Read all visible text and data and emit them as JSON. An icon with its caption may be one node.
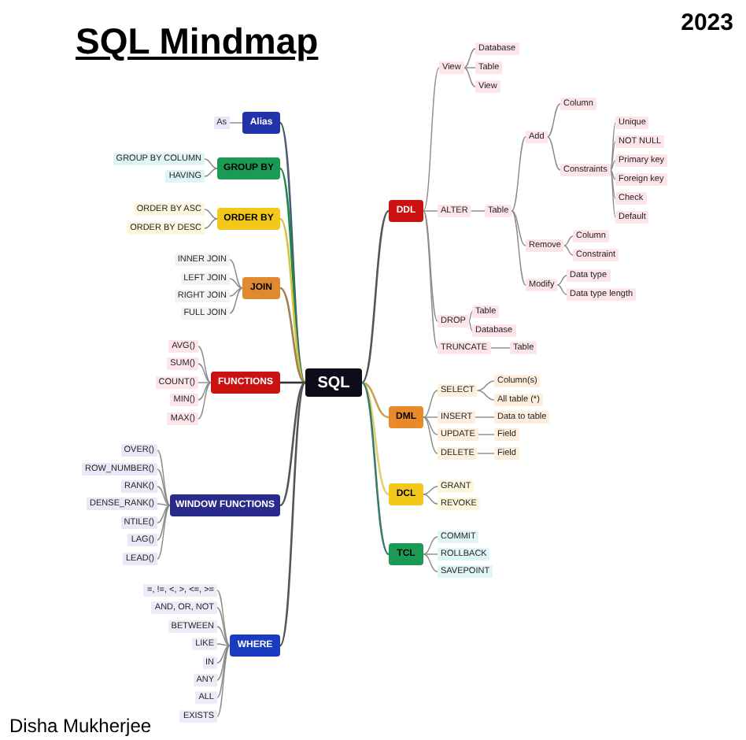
{
  "diagram": {
    "title": "SQL Mindmap",
    "nodes": [
      {
        "text": [
          "SQL"
        ]
      },
      {
        "text": [
          "Alias"
        ]
      },
      {
        "text": [
          "As"
        ]
      },
      {
        "text": [
          "GROUP BY"
        ]
      },
      {
        "text": [
          "GROUP BY COLUMN"
        ]
      },
      {
        "text": [
          "HAVING"
        ]
      },
      {
        "text": [
          "ORDER BY"
        ]
      },
      {
        "text": [
          "ORDER BY ASC"
        ]
      },
      {
        "text": [
          "ORDER BY DESC"
        ]
      },
      {
        "text": [
          "JOIN"
        ]
      },
      {
        "text": [
          "INNER JOIN"
        ]
      },
      {
        "text": [
          "LEFT JOIN"
        ]
      },
      {
        "text": [
          "RIGHT JOIN"
        ]
      },
      {
        "text": [
          "FULL JOIN"
        ]
      },
      {
        "text": [
          "FUNCTIONS"
        ]
      },
      {
        "text": [
          "AVG()"
        ]
      },
      {
        "text": [
          "SUM()"
        ]
      },
      {
        "text": [
          "COUNT()"
        ]
      },
      {
        "text": [
          "MIN()"
        ]
      },
      {
        "text": [
          "MAX()"
        ]
      },
      {
        "text": [
          "WINDOW FUNCTIONS"
        ]
      },
      {
        "text": [
          "OVER()"
        ]
      },
      {
        "text": [
          "ROW_NUMBER()"
        ]
      },
      {
        "text": [
          "RANK()"
        ]
      },
      {
        "text": [
          "DENSE_RANK()"
        ]
      },
      {
        "text": [
          "NTILE()"
        ]
      },
      {
        "text": [
          "LAG()"
        ]
      },
      {
        "text": [
          "LEAD()"
        ]
      },
      {
        "text": [
          "WHERE"
        ]
      },
      {
        "text": [
          "=, !=, <, >, <=, >="
        ]
      },
      {
        "text": [
          "AND, OR, NOT"
        ]
      },
      {
        "text": [
          "BETWEEN"
        ]
      },
      {
        "text": [
          "LIKE"
        ]
      },
      {
        "text": [
          "IN"
        ]
      },
      {
        "text": [
          "ANY"
        ]
      },
      {
        "text": [
          "ALL"
        ]
      },
      {
        "text": [
          "EXISTS"
        ]
      },
      {
        "text": [
          "DDL"
        ]
      },
      {
        "text": [
          "View"
        ]
      },
      {
        "text": [
          "Database"
        ]
      },
      {
        "text": [
          "Table"
        ]
      },
      {
        "text": [
          "View"
        ]
      },
      {
        "text": [
          "ALTER"
        ]
      },
      {
        "text": [
          "Table"
        ]
      },
      {
        "text": [
          "Add"
        ]
      },
      {
        "text": [
          "Column"
        ]
      },
      {
        "text": [
          "Constraints"
        ]
      },
      {
        "text": [
          "Unique"
        ]
      },
      {
        "text": [
          "NOT NULL"
        ]
      },
      {
        "text": [
          "Primary key"
        ]
      },
      {
        "text": [
          "Foreign key"
        ]
      },
      {
        "text": [
          "Check"
        ]
      },
      {
        "text": [
          "Default"
        ]
      },
      {
        "text": [
          "Remove"
        ]
      },
      {
        "text": [
          "Column"
        ]
      },
      {
        "text": [
          "Constraint"
        ]
      },
      {
        "text": [
          "Modify"
        ]
      },
      {
        "text": [
          "Data type"
        ]
      },
      {
        "text": [
          "Data type length"
        ]
      },
      {
        "text": [
          "DROP"
        ]
      },
      {
        "text": [
          "Table"
        ]
      },
      {
        "text": [
          "Database"
        ]
      },
      {
        "text": [
          "TRUNCATE"
        ]
      },
      {
        "text": [
          "Table"
        ]
      },
      {
        "text": [
          "DML"
        ]
      },
      {
        "text": [
          "SELECT"
        ]
      },
      {
        "text": [
          "Column(s)"
        ]
      },
      {
        "text": [
          "All table (*)"
        ]
      },
      {
        "text": [
          "INSERT"
        ]
      },
      {
        "text": [
          "Data to table"
        ]
      },
      {
        "text": [
          "UPDATE"
        ]
      },
      {
        "text": [
          "Field"
        ]
      },
      {
        "text": [
          "DELETE"
        ]
      },
      {
        "text": [
          "Field"
        ]
      },
      {
        "text": [
          "DCL"
        ]
      },
      {
        "text": [
          "GRANT"
        ]
      },
      {
        "text": [
          "REVOKE"
        ]
      },
      {
        "text": [
          "TCL"
        ]
      },
      {
        "text": [
          "COMMIT"
        ]
      },
      {
        "text": [
          "ROLLBACK"
        ]
      },
      {
        "text": [
          "SAVEPOINT"
        ]
      }
    ],
    "edges": [
      {
        "from": 0,
        "to": 1,
        "arrow": "none",
        "color": "#4a5a70"
      },
      {
        "from": 0,
        "to": 3,
        "arrow": "none",
        "color": "#1a8a4a"
      },
      {
        "from": 0,
        "to": 6,
        "arrow": "none",
        "color": "#d8c040"
      },
      {
        "from": 0,
        "to": 9,
        "arrow": "none",
        "color": "#a08050"
      },
      {
        "from": 0,
        "to": 14,
        "arrow": "none",
        "color": "#333333"
      },
      {
        "from": 0,
        "to": 20,
        "arrow": "none",
        "color": "#555555"
      },
      {
        "from": 0,
        "to": 28,
        "arrow": "none",
        "color": "#555555"
      },
      {
        "from": 0,
        "to": 37,
        "arrow": "none",
        "color": "#555555"
      },
      {
        "from": 0,
        "to": 64,
        "arrow": "none",
        "color": "#c8a050"
      },
      {
        "from": 0,
        "to": 74,
        "arrow": "none",
        "color": "#e0d070"
      },
      {
        "from": 0,
        "to": 77,
        "arrow": "none",
        "color": "#3a7a6a"
      },
      {
        "from": 1,
        "to": 2,
        "arrow": "none"
      },
      {
        "from": 3,
        "to": 4,
        "arrow": "none"
      },
      {
        "from": 3,
        "to": 5,
        "arrow": "none"
      },
      {
        "from": 6,
        "to": 7,
        "arrow": "none"
      },
      {
        "from": 6,
        "to": 8,
        "arrow": "none"
      },
      {
        "from": 9,
        "to": 10,
        "arrow": "none"
      },
      {
        "from": 9,
        "to": 11,
        "arrow": "none"
      },
      {
        "from": 9,
        "to": 12,
        "arrow": "none"
      },
      {
        "from": 9,
        "to": 13,
        "arrow": "none"
      },
      {
        "from": 14,
        "to": 15,
        "arrow": "none"
      },
      {
        "from": 14,
        "to": 16,
        "arrow": "none"
      },
      {
        "from": 14,
        "to": 17,
        "arrow": "none"
      },
      {
        "from": 14,
        "to": 18,
        "arrow": "none"
      },
      {
        "from": 14,
        "to": 19,
        "arrow": "none"
      },
      {
        "from": 20,
        "to": 21,
        "arrow": "none"
      },
      {
        "from": 20,
        "to": 22,
        "arrow": "none"
      },
      {
        "from": 20,
        "to": 23,
        "arrow": "none"
      },
      {
        "from": 20,
        "to": 24,
        "arrow": "none"
      },
      {
        "from": 20,
        "to": 25,
        "arrow": "none"
      },
      {
        "from": 20,
        "to": 26,
        "arrow": "none"
      },
      {
        "from": 20,
        "to": 27,
        "arrow": "none"
      },
      {
        "from": 28,
        "to": 29,
        "arrow": "none"
      },
      {
        "from": 28,
        "to": 30,
        "arrow": "none"
      },
      {
        "from": 28,
        "to": 31,
        "arrow": "none"
      },
      {
        "from": 28,
        "to": 32,
        "arrow": "none"
      },
      {
        "from": 28,
        "to": 33,
        "arrow": "none"
      },
      {
        "from": 28,
        "to": 34,
        "arrow": "none"
      },
      {
        "from": 28,
        "to": 35,
        "arrow": "none"
      },
      {
        "from": 28,
        "to": 36,
        "arrow": "none"
      },
      {
        "from": 37,
        "to": 38,
        "arrow": "none"
      },
      {
        "from": 38,
        "to": 39,
        "arrow": "none"
      },
      {
        "from": 38,
        "to": 40,
        "arrow": "none"
      },
      {
        "from": 38,
        "to": 41,
        "arrow": "none"
      },
      {
        "from": 37,
        "to": 42,
        "arrow": "none"
      },
      {
        "from": 42,
        "to": 43,
        "arrow": "none"
      },
      {
        "from": 43,
        "to": 44,
        "arrow": "none"
      },
      {
        "from": 44,
        "to": 45,
        "arrow": "none"
      },
      {
        "from": 44,
        "to": 46,
        "arrow": "none"
      },
      {
        "from": 46,
        "to": 47,
        "arrow": "none"
      },
      {
        "from": 46,
        "to": 48,
        "arrow": "none"
      },
      {
        "from": 46,
        "to": 49,
        "arrow": "none"
      },
      {
        "from": 46,
        "to": 50,
        "arrow": "none"
      },
      {
        "from": 46,
        "to": 51,
        "arrow": "none"
      },
      {
        "from": 46,
        "to": 52,
        "arrow": "none"
      },
      {
        "from": 43,
        "to": 53,
        "arrow": "none"
      },
      {
        "from": 53,
        "to": 54,
        "arrow": "none"
      },
      {
        "from": 53,
        "to": 55,
        "arrow": "none"
      },
      {
        "from": 43,
        "to": 56,
        "arrow": "none"
      },
      {
        "from": 56,
        "to": 57,
        "arrow": "none"
      },
      {
        "from": 56,
        "to": 58,
        "arrow": "none"
      },
      {
        "from": 37,
        "to": 59,
        "arrow": "none"
      },
      {
        "from": 59,
        "to": 60,
        "arrow": "none"
      },
      {
        "from": 59,
        "to": 61,
        "arrow": "none"
      },
      {
        "from": 37,
        "to": 62,
        "arrow": "none"
      },
      {
        "from": 62,
        "to": 63,
        "arrow": "none"
      },
      {
        "from": 64,
        "to": 65,
        "arrow": "none"
      },
      {
        "from": 65,
        "to": 66,
        "arrow": "none"
      },
      {
        "from": 65,
        "to": 67,
        "arrow": "none"
      },
      {
        "from": 64,
        "to": 68,
        "arrow": "none"
      },
      {
        "from": 68,
        "to": 69,
        "arrow": "none"
      },
      {
        "from": 64,
        "to": 70,
        "arrow": "none"
      },
      {
        "from": 70,
        "to": 71,
        "arrow": "none"
      },
      {
        "from": 64,
        "to": 72,
        "arrow": "none"
      },
      {
        "from": 72,
        "to": 73,
        "arrow": "none"
      },
      {
        "from": 74,
        "to": 75,
        "arrow": "none"
      },
      {
        "from": 74,
        "to": 76,
        "arrow": "none"
      },
      {
        "from": 77,
        "to": 78,
        "arrow": "none"
      },
      {
        "from": 77,
        "to": 79,
        "arrow": "none"
      },
      {
        "from": 77,
        "to": 80,
        "arrow": "none"
      }
    ],
    "labels": [
      "2023",
      "Disha Mukherjee"
    ]
  }
}
